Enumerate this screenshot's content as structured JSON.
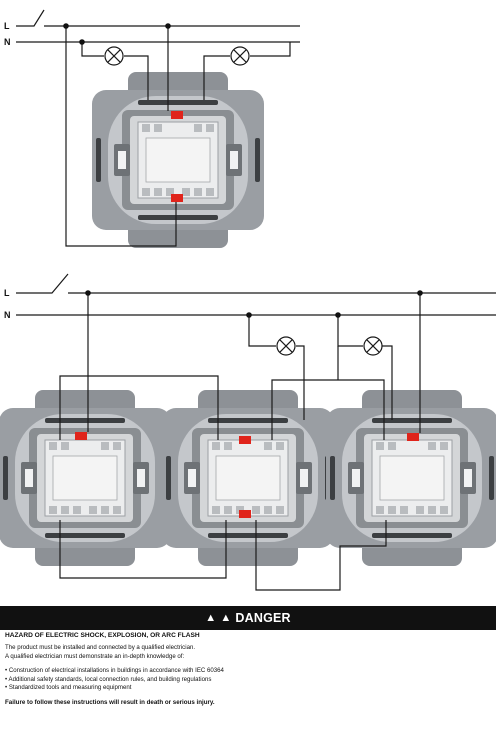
{
  "diagram": {
    "line_label": "L",
    "neutral_label": "N"
  },
  "danger": {
    "title": "DANGER",
    "hazard": "HAZARD OF ELECTRIC SHOCK, EXPLOSION, OR ARC FLASH",
    "intro": [
      "The product must be installed and connected by a qualified electrician.",
      "A qualified electrician must demonstrate an in-depth knowledge of:"
    ],
    "bullets": [
      "Construction of electrical installations in buildings in accordance with IEC 60364",
      "Additional safety standards, local connection rules, and building regulations",
      "Standardized tools and measuring equipment"
    ],
    "footer": "Failure to follow these instructions will result in death or serious injury."
  },
  "colors": {
    "terminal_red": "#e0241b",
    "banner": "#111111"
  }
}
